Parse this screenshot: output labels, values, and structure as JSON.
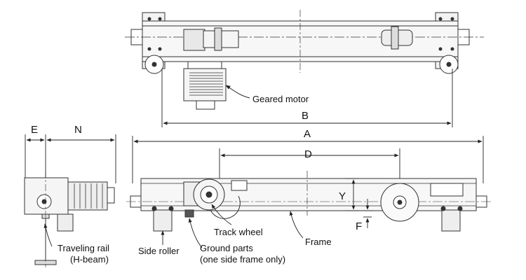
{
  "labels": {
    "geared_motor": "Geared motor",
    "track_wheel": "Track wheel",
    "frame": "Frame",
    "side_roller": "Side roller",
    "ground_parts_line1": "Ground parts",
    "ground_parts_line2": "(one side frame only)",
    "traveling_rail_line1": "Traveling rail",
    "traveling_rail_line2": "(H-beam)"
  },
  "dimensions": {
    "a": "A",
    "b": "B",
    "d": "D",
    "e": "E",
    "n": "N",
    "y": "Y",
    "f": "F"
  }
}
